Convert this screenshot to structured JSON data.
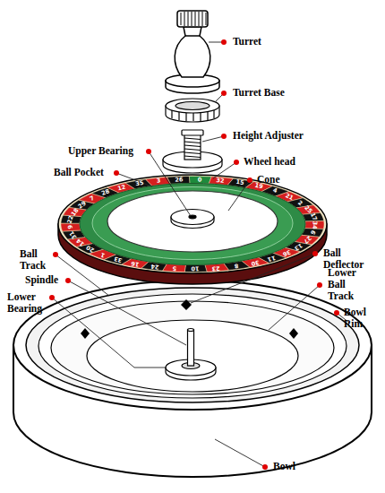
{
  "diagram": {
    "labels": [
      "Turret",
      "Turret Base",
      "Height Adjuster",
      "Upper Bearing",
      "Wheel head",
      "Ball Pocket",
      "Cone",
      "Ball Track",
      "Ball Deflector",
      "Lower Ball Track",
      "Spindle",
      "Lower Bearing",
      "Bowl Rim",
      "Bowl",
      "0",
      "32",
      "15",
      "19",
      "4",
      "21",
      "2",
      "25",
      "17",
      "34",
      "6",
      "27",
      "13",
      "36",
      "11",
      "30",
      "8",
      "23",
      "10",
      "5",
      "24",
      "16",
      "33",
      "1",
      "20",
      "14",
      "31",
      "9",
      "22",
      "18",
      "29",
      "7",
      "28",
      "12",
      "35",
      "3",
      "26"
    ]
  }
}
